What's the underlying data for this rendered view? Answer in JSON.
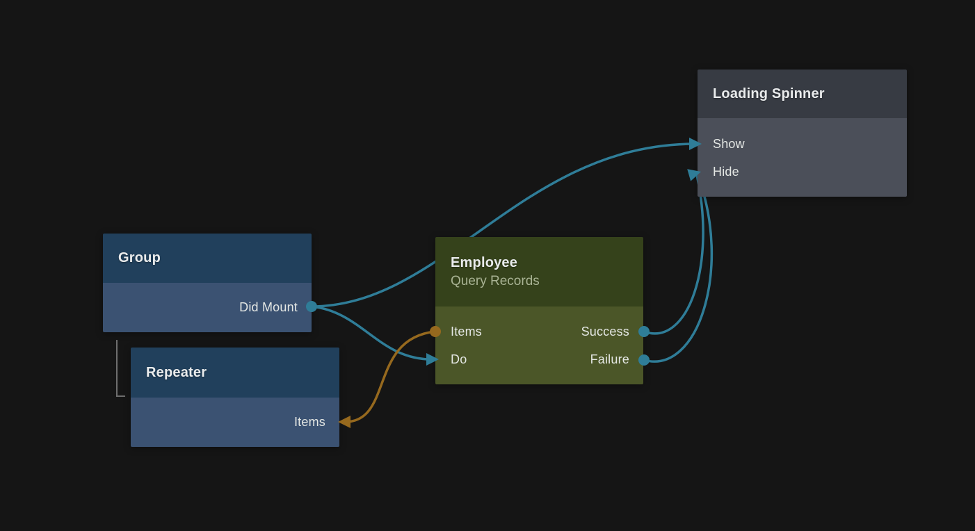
{
  "colors": {
    "bg": "#151515",
    "blue-header": "#21405c",
    "blue-body": "#3b5272",
    "green-header": "#35421b",
    "green-body": "#4b5628",
    "gray-header": "#373b43",
    "gray-body": "#4b4f59",
    "teal": "#2f7d98",
    "orange": "#96691e",
    "bracket": "#6e6e6e",
    "title": "#e9ebec",
    "label": "#e4e7e4",
    "subtitle": "#a9b394"
  },
  "nodes": {
    "group": {
      "title": "Group",
      "ports": {
        "did_mount": "Did Mount"
      }
    },
    "repeater": {
      "title": "Repeater",
      "ports": {
        "items": "Items"
      }
    },
    "employee": {
      "title": "Employee",
      "subtitle": "Query Records",
      "ports": {
        "items": "Items",
        "do": "Do",
        "success": "Success",
        "failure": "Failure"
      }
    },
    "loading_spinner": {
      "title": "Loading Spinner",
      "ports": {
        "show": "Show",
        "hide": "Hide"
      }
    }
  },
  "edges": [
    {
      "from": "Group.Did Mount",
      "to": "Loading Spinner.Show",
      "color": "teal"
    },
    {
      "from": "Group.Did Mount",
      "to": "Employee.Do",
      "color": "teal"
    },
    {
      "from": "Employee.Items",
      "to": "Repeater.Items",
      "color": "orange"
    },
    {
      "from": "Employee.Success",
      "to": "Loading Spinner.Hide",
      "color": "teal"
    },
    {
      "from": "Employee.Failure",
      "to": "Loading Spinner.Hide",
      "color": "teal"
    }
  ],
  "hierarchy": [
    {
      "parent": "Group",
      "child": "Repeater"
    }
  ]
}
